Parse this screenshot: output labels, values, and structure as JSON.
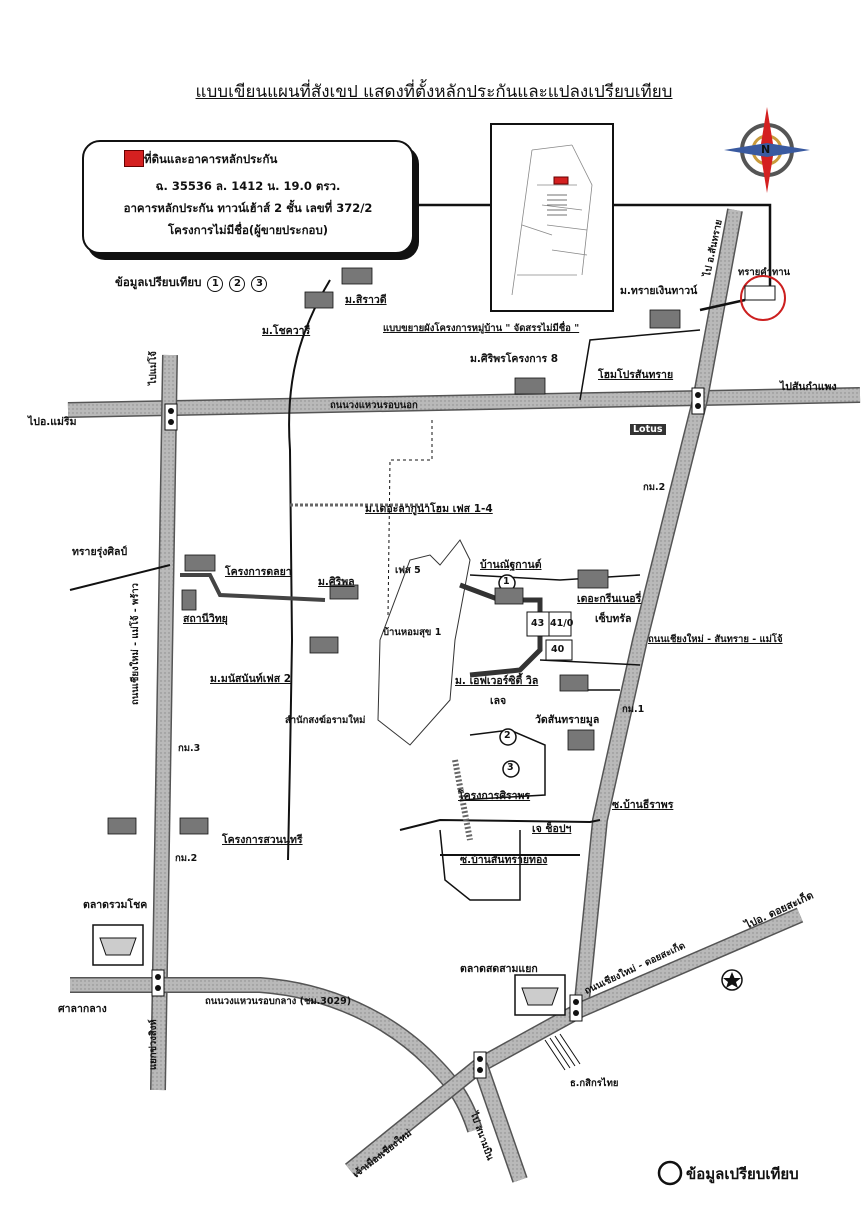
{
  "title": "แบบเขียนแผนที่สังเขป  แสดงที่ตั้งหลักประกันและแปลงเปรียบเทียบ",
  "legend": {
    "line1": "ที่ดินและอาคารหลักประกัน",
    "line2": "ฉ. 35536  ล. 1412  น. 19.0 ตรว.",
    "line3": "อาคารหลักประกัน ทาวน์เฮ้าส์ 2 ชั้น เลขที่ 372/2",
    "line4": "โครงการไม่มีชื่อ(ผู้ขายประกอบ)",
    "swatch_color": "#d42020"
  },
  "comparison_label": "ข้อมูลเปรียบเทียบ",
  "comparison_numbers": [
    "1",
    "2",
    "3"
  ],
  "inset_caption": "แบบขยายผังโครงการหมู่บ้าน \" จัดสรรไม่มีชื่อ \"",
  "compass_letter": "N",
  "footer_label": "ข้อมูลเปรียบเทียบ",
  "roads": {
    "outer_ring": "ถนนวงแหวนรอบนอก",
    "middle_ring": "ถนนวงแหวนรอบกลาง  (ชม.3029)",
    "chiangmai_sansai": "ถนนเชียงใหม่ - สันทราย - แม่โจ้",
    "chiangmai_maejo_phrao": "ถนนเชียงใหม่ - แม่โจ้ - พร้าว",
    "chiangmai_doisaket": "ถนนเชียงใหม่ - ดอยสะเก็ด"
  },
  "places": {
    "to_sansai": "ไป อ.สันทราย",
    "to_sankamphaeng": "ไปสันกำแพง",
    "to_maerim": "ไปอ.แม่ริม",
    "to_doisaket": "ไปอ. ดอยสะเก็ด",
    "to_maejo": "ไปแม่โจ้",
    "to_sanamkila": "ไป สนามบิน",
    "to_chiangmai": "เจ้าเมืองเชียงใหม่",
    "m_sirawadi": "ม.สิราวดี",
    "m_chokwari": "ม.โชควารี",
    "m_siriporn8": "ม.ศิริพรโครงการ 8",
    "m_sai_ngoen": "ม.ทรายเงินทาวน์",
    "home_pro": "โฮมโปรสันทราย",
    "lotus": "Lotus",
    "km2_top": "กม.2",
    "m_deesawan": "ม.เดอะลากูน่าโฮม เฟส 1-4",
    "sai_ruamjai": "ทรายรุ่งศิลป์",
    "kasemsri": "โครงการดลยา",
    "m_siriphon": "ม.ศิริพล",
    "satanee": "สถานีวิทยุ",
    "phase5": "เฟส 5",
    "ban_chanyakan": "บ้านณัฐกานต์",
    "ban_hom": "บ้านหอมสุข 1",
    "the_green": "เดอะกรีนเนอรี่",
    "seven": "เซ็บทรัล",
    "m_manatsanan": "ม.มนัสนันท์เฟส 2",
    "samnak": "สำนักสงฆ์อรามใหม่",
    "m_chiangmai_city": "ม. เอฟเวอร์ซิตี้ วิล",
    "la": "เลจ",
    "wat_santhong": "วัดสันทรายมูล",
    "km1": "กม.1",
    "km3": "กม.3",
    "km2_left": "กม.2",
    "project_suan": "โครงการสวนนทรี",
    "project_siri": "โครงการศิราพร",
    "je_shop": "เจ ช็อปฯ",
    "soi_bannisa": "ซ.บ้านธีราพร",
    "soi_santhong": "ซ.บ้านสันทรายทอง",
    "talat_ruamchok": "ตลาดรวมโชค",
    "talat_sam_yaek": "ตลาดสดสามแยก",
    "sala_klang": "ศาลากลาง",
    "kasikorn": "ธ.กสิกรไทย",
    "yaek_khuang": "แยกข่วงสิงห์",
    "n43": "43",
    "n41": "41/0",
    "n40": "40",
    "sai_khamthan": "ทรายคำทาน"
  }
}
